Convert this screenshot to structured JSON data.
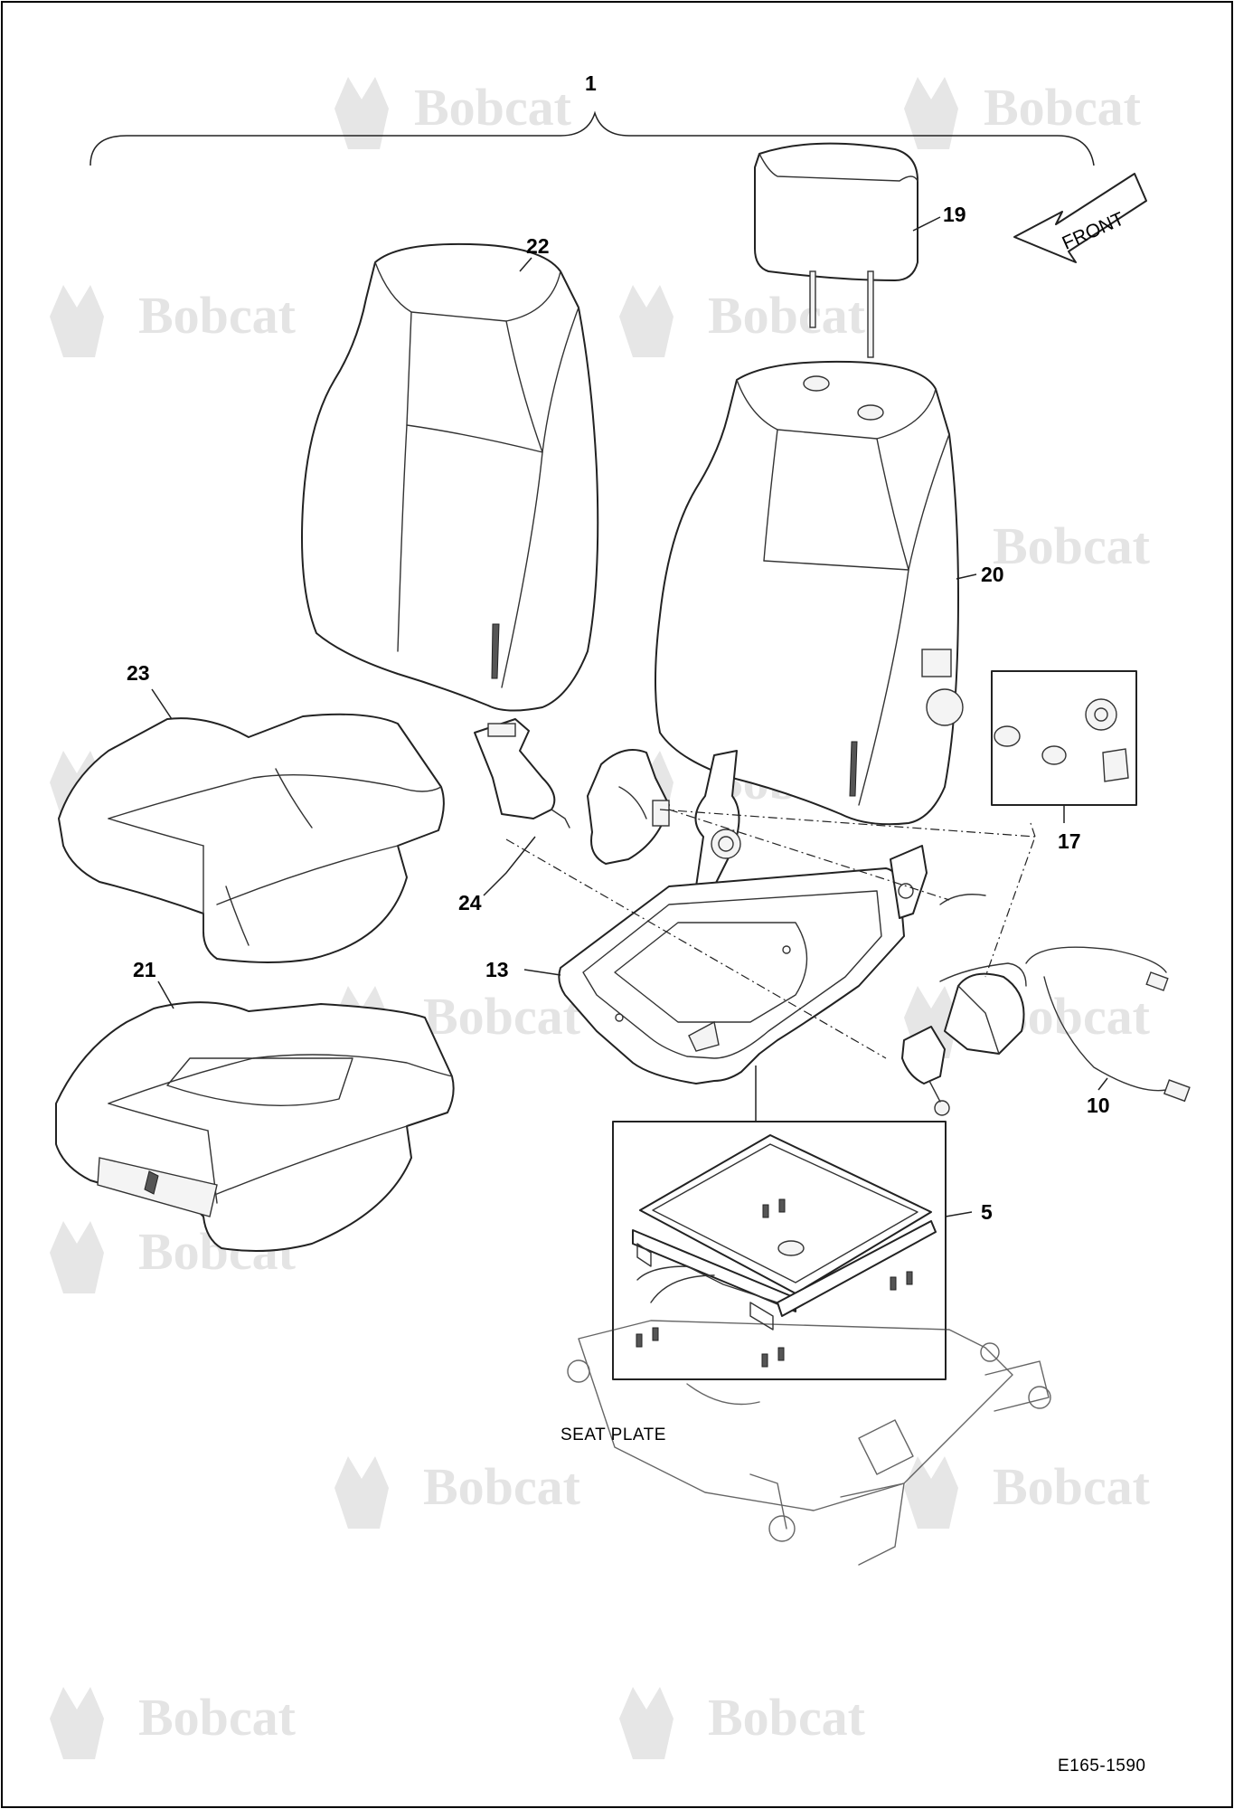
{
  "watermark": {
    "brand": "Bobcat"
  },
  "callouts": {
    "assembly": "1",
    "seat_plate_frame": "5",
    "wiring_harness": "10",
    "seat_frame": "13",
    "hardware_kit": "17",
    "headrest": "19",
    "backrest": "20",
    "seat_cushion_lower": "21",
    "backrest_cover": "22",
    "seat_cushion_cover": "23",
    "seat_belt": "24"
  },
  "labels": {
    "front_arrow": "FRONT",
    "seat_plate": "SEAT PLATE",
    "figure_id": "E165-1590"
  },
  "colors": {
    "line": "#222222",
    "watermark": "#e4e4e4",
    "background": "#ffffff"
  }
}
